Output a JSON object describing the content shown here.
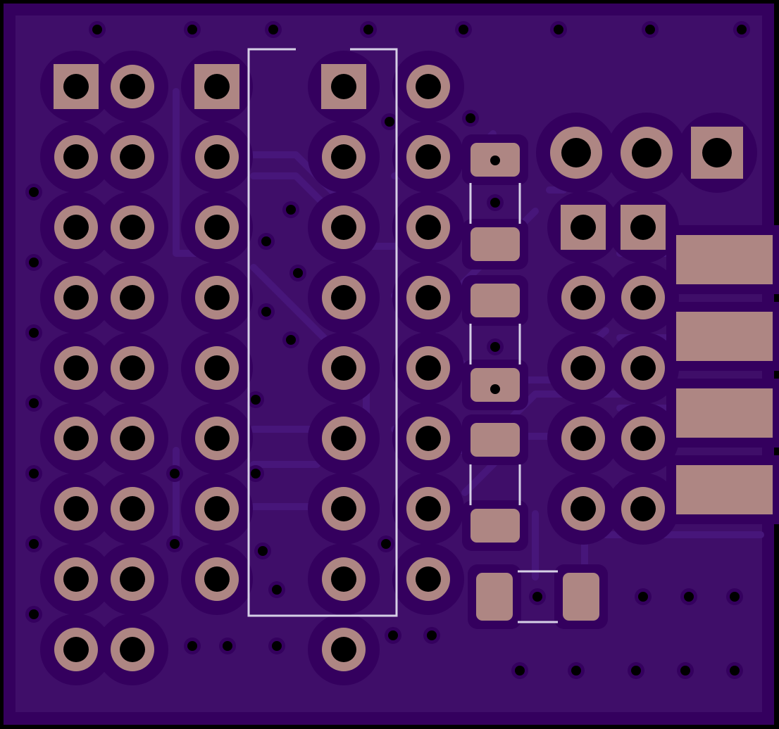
{
  "colors": {
    "background": "#000000",
    "substrate": "#34005e",
    "copper_fill": "#3f0e69",
    "trace": "#47167a",
    "pad": "#ae8683",
    "drill": "#000000",
    "silkscreen": "#d6d0e6"
  },
  "board": {
    "type": "pcb-top-view",
    "components": [
      {
        "id": "J1",
        "kind": "pin-header-2x9",
        "first_pin_square": true
      },
      {
        "id": "J2",
        "kind": "pin-header-1x8",
        "first_pin_square": true
      },
      {
        "id": "U1",
        "kind": "dip-16",
        "outline": "silkscreen"
      },
      {
        "id": "J3",
        "kind": "pin-header-1x8",
        "first_pin_square": false
      },
      {
        "id": "R1",
        "kind": "smd-resistor-vertical"
      },
      {
        "id": "R2",
        "kind": "smd-resistor-vertical"
      },
      {
        "id": "R3",
        "kind": "smd-resistor-vertical"
      },
      {
        "id": "C1",
        "kind": "smd-capacitor-horizontal"
      },
      {
        "id": "J4",
        "kind": "pin-header-1x3",
        "first_pin_square": true
      },
      {
        "id": "J5",
        "kind": "pin-header-2x5",
        "first_pin_square": true
      },
      {
        "id": "J6",
        "kind": "edge-pads-1x4"
      }
    ],
    "via_count": 45
  }
}
